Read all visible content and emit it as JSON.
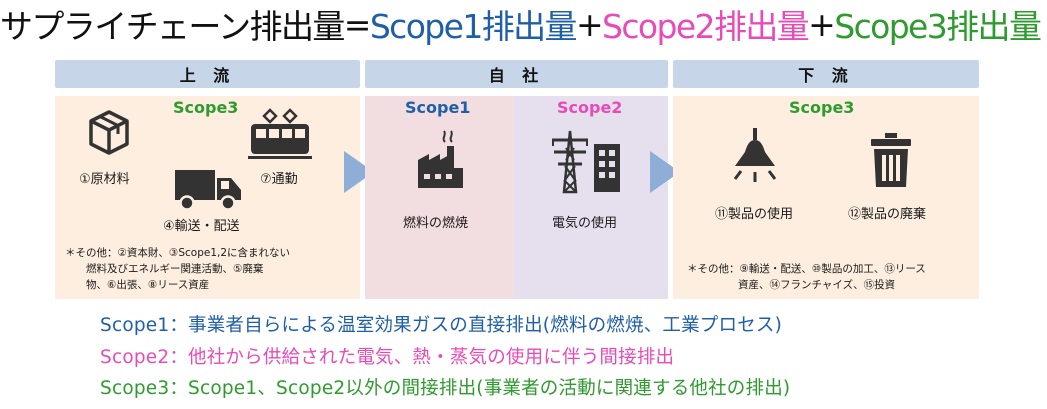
{
  "title": {
    "part1": "サプライチェーン排出量",
    "eq": "=",
    "part2": "Scope1排出量",
    "plus1": "+",
    "part3": "Scope2排出量",
    "plus2": "+",
    "part4": "Scope3排出量"
  },
  "headers": {
    "upstream": "上 流",
    "own": "自 社",
    "downstream": "下 流"
  },
  "upstream": {
    "scope": "Scope3",
    "raw_materials": "①原材料",
    "commuting": "⑦通勤",
    "transport": "④輸送・配送",
    "note_line1": "＊その他：②資本財、③Scope1,2に含まれない",
    "note_line2": "燃料及びエネルギー関連活動、⑤廃棄",
    "note_line3": "物、⑥出張、⑧リース資産"
  },
  "own": {
    "scope1": "Scope1",
    "fuel": "燃料の燃焼",
    "scope2": "Scope2",
    "electricity": "電気の使用"
  },
  "downstream": {
    "scope": "Scope3",
    "product_use": "⑪製品の使用",
    "product_disposal": "⑫製品の廃棄",
    "note_line1": "＊その他：⑨輸送・配送、⑩製品の加工、⑬リース",
    "note_line2": "資産、⑭フランチャイズ、⑮投資"
  },
  "legend": {
    "scope1": "Scope1：事業者自らによる温室効果ガスの直接排出(燃料の燃焼、工業プロセス)",
    "scope2": "Scope2：他社から供給された電気、熱・蒸気の使用に伴う間接排出",
    "scope3": "Scope3：Scope1、Scope2以外の間接排出(事業者の活動に関連する他社の排出)"
  },
  "colors": {
    "scope1": "#1f5fa8",
    "scope2": "#e84bb8",
    "scope3": "#2e9b2e",
    "header_bg": "#c6d6e8",
    "upstream_bg": "#fdeee0",
    "scope1_bg": "#f2dde1",
    "scope2_bg": "#e6e0ee",
    "arrow": "#8eaed8"
  },
  "icons": [
    "box-icon",
    "train-icon",
    "truck-icon",
    "factory-icon",
    "power-tower-icon",
    "building-icon",
    "ceiling-lamp-icon",
    "trash-can-icon",
    "arrow-right-icon"
  ]
}
